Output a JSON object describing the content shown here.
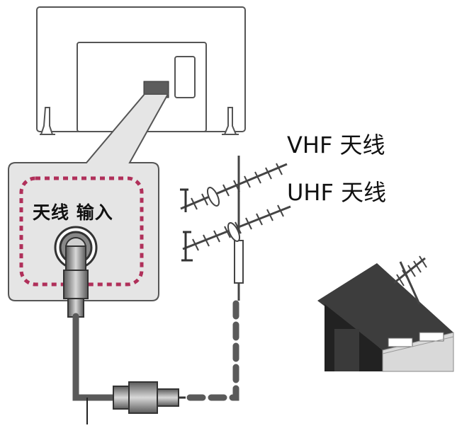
{
  "labels": {
    "vhf": "VHF 天线",
    "uhf": "UHF 天线",
    "antenna_input": "天线 输入"
  },
  "colors": {
    "outline": "#555555",
    "panel": "#e5e5e5",
    "dashed_frame": "#b0305a",
    "cable": "#5a5a5a",
    "roof": "#3d3d3d",
    "wall": "#d9d9d9"
  }
}
